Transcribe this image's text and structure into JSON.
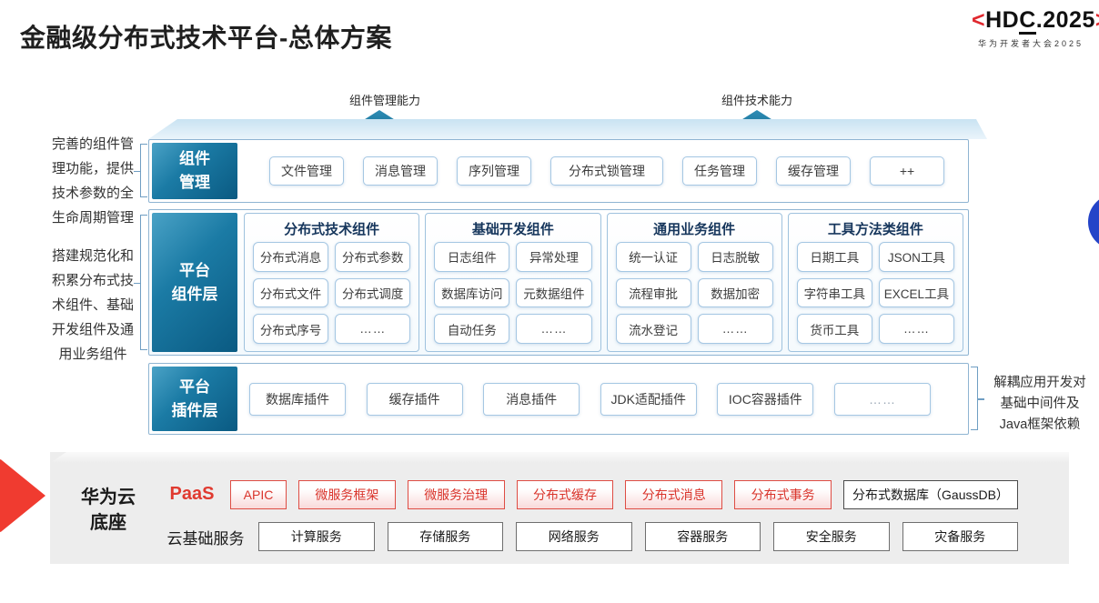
{
  "slide": {
    "title": "金融级分布式技术平台-总体方案"
  },
  "logo": {
    "bracket_left": "<",
    "hd": "HD",
    "c": "C",
    "rest": ".2025",
    "bracket_right": ">",
    "subtitle": "华为开发者大会2025"
  },
  "capabilities": {
    "left_label": "组件管理能力",
    "right_label": "组件技术能力"
  },
  "notes": {
    "manage": "完善的组件管理功能，提供技术参数的全生命周期管理",
    "build": "搭建规范化和积累分布式技术组件、基础开发组件及通用业务组件",
    "decouple": "解耦应用开发对\n基础中间件及\nJava框架依赖"
  },
  "layers": {
    "component_mgmt": {
      "label": "组件\n管理",
      "items": [
        "文件管理",
        "消息管理",
        "序列管理",
        "分布式锁管理",
        "任务管理",
        "缓存管理",
        "++"
      ]
    },
    "platform_components": {
      "label": "平台\n组件层",
      "groups": [
        {
          "title": "分布式技术组件",
          "items": [
            "分布式消息",
            "分布式参数",
            "分布式文件",
            "分布式调度",
            "分布式序号",
            "……"
          ]
        },
        {
          "title": "基础开发组件",
          "items": [
            "日志组件",
            "异常处理",
            "数据库访问",
            "元数据组件",
            "自动任务",
            "……"
          ]
        },
        {
          "title": "通用业务组件",
          "items": [
            "统一认证",
            "日志脱敏",
            "流程审批",
            "数据加密",
            "流水登记",
            "……"
          ]
        },
        {
          "title": "工具方法类组件",
          "items": [
            "日期工具",
            "JSON工具",
            "字符串工具",
            "EXCEL工具",
            "货币工具",
            "……"
          ]
        }
      ]
    },
    "platform_plugins": {
      "label": "平台\n插件层",
      "items": [
        "数据库插件",
        "缓存插件",
        "消息插件",
        "JDK适配插件",
        "IOC容器插件",
        "……"
      ]
    }
  },
  "foundation": {
    "label": "华为云\n底座",
    "paas_label": "PaaS",
    "paas_items": [
      "APIC",
      "微服务框架",
      "微服务治理",
      "分布式缓存",
      "分布式消息",
      "分布式事务"
    ],
    "paas_db": "分布式数据库（GaussDB）",
    "iaas_label": "云基础服务",
    "iaas_items": [
      "计算服务",
      "存储服务",
      "网络服务",
      "容器服务",
      "安全服务",
      "灾备服务"
    ]
  },
  "colors": {
    "teal_gradient_start": "#4aa2c6",
    "teal_gradient_end": "#0a5a82",
    "arrow_teal": "#1d7fa8",
    "box_border_blue": "#a5c7e3",
    "row_border_blue": "#8fb4d2",
    "header_navy": "#16365c",
    "brand_red": "#e0282e",
    "paas_red": "#d9342b",
    "royal_blue": "#2444c8",
    "foundation_gray": "#ededed"
  }
}
